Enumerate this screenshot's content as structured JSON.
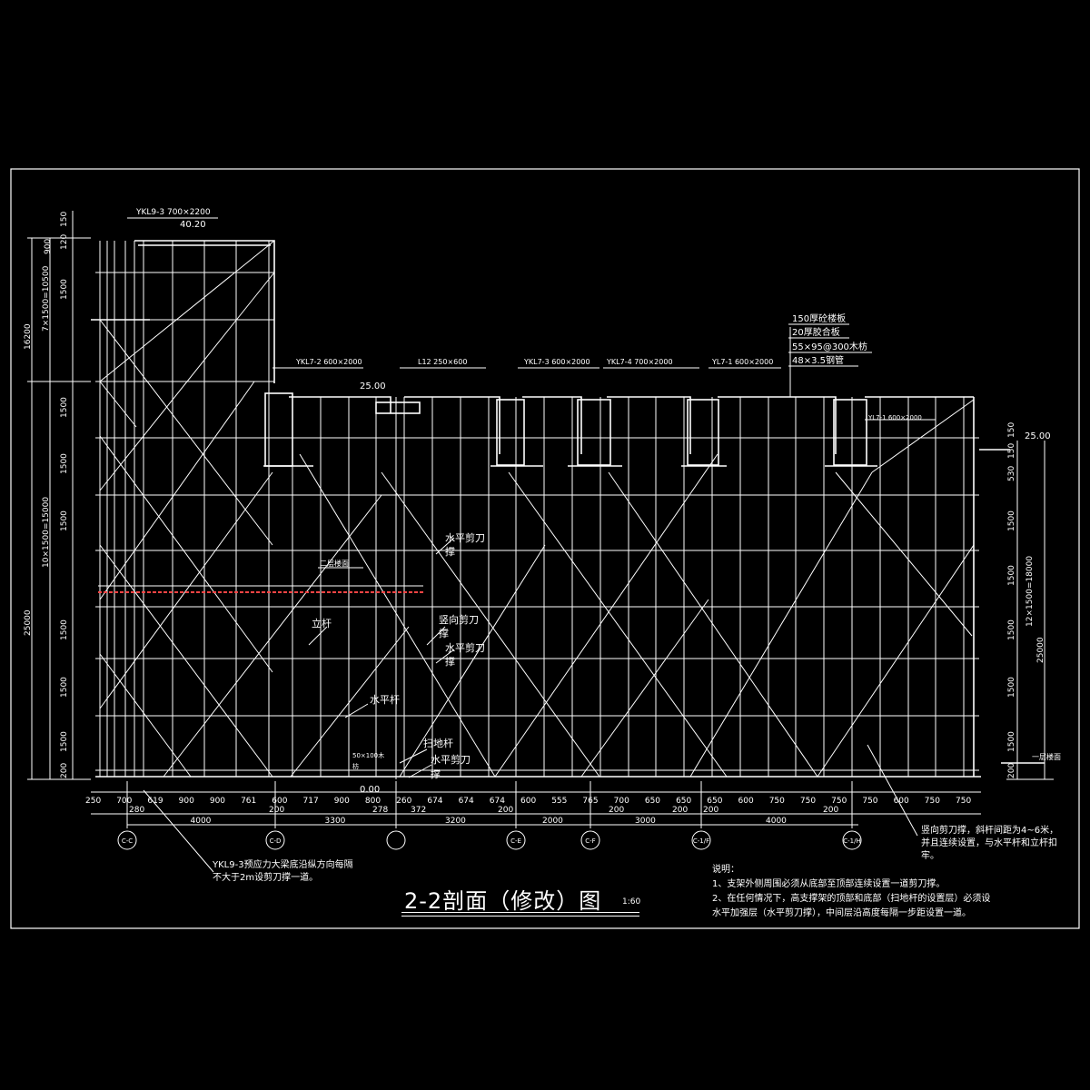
{
  "title": {
    "main": "2-2剖面（修改）图",
    "scale": "1:60"
  },
  "notes": {
    "heading": "说明：",
    "items": [
      "1、支架外侧周围必须从底部至顶部连续设置一道剪刀撑。",
      "2、在任何情况下，高支撑架的顶部和底部（扫地杆的设置层）必须设",
      "水平加强层（水平剪刀撑），中间层沿高度每隔一步距设置一道。"
    ]
  },
  "beam_labels": {
    "ykl9_3": "YKL9-3 700×2200",
    "ykl7_2": "YKL7-2 600×2000",
    "l12": "L12  250×600",
    "ykl7_3": "YKL7-3 600×2000",
    "ykl7_4": "YKL7-4 700×2000",
    "yl7_1a": "YL7-1 600×2000",
    "yl7_1b": "YL7-1 600×2000"
  },
  "slab_stack": [
    "150厚砼楼板",
    "20厚胶合板",
    "55×95@300木枋",
    "48×3.5钢管"
  ],
  "elevations": {
    "top": "40.20",
    "mid": "25.00",
    "right": "25.00",
    "ground": "0.00"
  },
  "callouts": {
    "second_floor": "二层楼面",
    "first_floor": "一层楼面",
    "horizontal_brace_1a": "水平剪刀",
    "horizontal_brace_1b": "撑",
    "vertical_brace_a": "竖向剪刀",
    "vertical_brace_b": "撑",
    "horizontal_brace_2a": "水平剪刀",
    "horizontal_brace_2b": "撑",
    "upright": "立杆",
    "horizontal_bar": "水平杆",
    "sweep_bar": "扫地杆",
    "horizontal_brace_3a": "水平剪刀",
    "horizontal_brace_3b": "撑",
    "wood_a": "50×100木",
    "wood_b": "枋"
  },
  "annotations": {
    "left_note_1": "YKL9-3预应力大梁底沿纵方向每隔",
    "left_note_2": "不大于2m设剪刀撑一道。",
    "right_note_1": "竖向剪刀撑，斜杆间距为4~6米，",
    "right_note_2": "并且连续设置，与水平杆和立杆扣",
    "right_note_3": "牢。"
  },
  "left_dims": {
    "outer_total": "25000",
    "upper_total": "16200",
    "upper_group": "7×1500=10500",
    "lower_group": "10×1500=15000",
    "top_a": "150",
    "top_b": "120",
    "top_c": "900",
    "steps": [
      "1500",
      "1500",
      "1500",
      "1500",
      "1500",
      "1500",
      "1500"
    ],
    "bottom": "200"
  },
  "right_dims": {
    "total": "25000",
    "group": "12×1500=18000",
    "top_a": "150",
    "top_b": "530",
    "top_c": "150",
    "steps": [
      "1500",
      "1500",
      "1500",
      "1500",
      "1500"
    ],
    "bottom": "200"
  },
  "bottom_spacing": [
    "250",
    "700",
    "619",
    "900",
    "900",
    "761",
    "600",
    "717",
    "900",
    "800",
    "260",
    "674",
    "674",
    "674",
    "600",
    "555",
    "765",
    "700",
    "650",
    "650",
    "650",
    "600",
    "750",
    "750",
    "750",
    "750",
    "600",
    "750",
    "750"
  ],
  "bottom_spacing_sub": [
    "280",
    "200",
    "278",
    "372",
    "200",
    "200",
    "200",
    "200",
    "200"
  ],
  "axis_spans": [
    "4000",
    "3300",
    "3200",
    "2000",
    "3000",
    "4000"
  ],
  "axis_labels": [
    "C-C",
    "C-D",
    "",
    "C-E",
    "C-F",
    "C-1/F",
    "C-1/H"
  ]
}
